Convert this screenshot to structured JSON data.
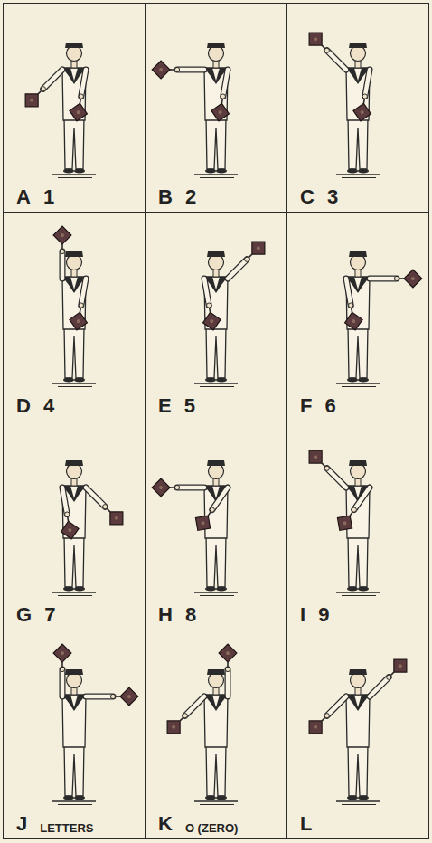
{
  "diagram": {
    "nodes": [
      {
        "text": [
          "A",
          "1"
        ]
      },
      {
        "text": [
          "B",
          "2"
        ]
      },
      {
        "text": [
          "C",
          "3"
        ]
      },
      {
        "text": [
          "D",
          "4"
        ]
      },
      {
        "text": [
          "E",
          "5"
        ]
      },
      {
        "text": [
          "F",
          "6"
        ]
      },
      {
        "text": [
          "G",
          "7"
        ]
      },
      {
        "text": [
          "H",
          "8"
        ]
      },
      {
        "text": [
          "I",
          "9"
        ]
      },
      {
        "text": [
          "J",
          "LETTERS"
        ]
      },
      {
        "text": [
          "K",
          "O (ZERO)"
        ]
      },
      {
        "text": [
          "L"
        ]
      }
    ]
  }
}
